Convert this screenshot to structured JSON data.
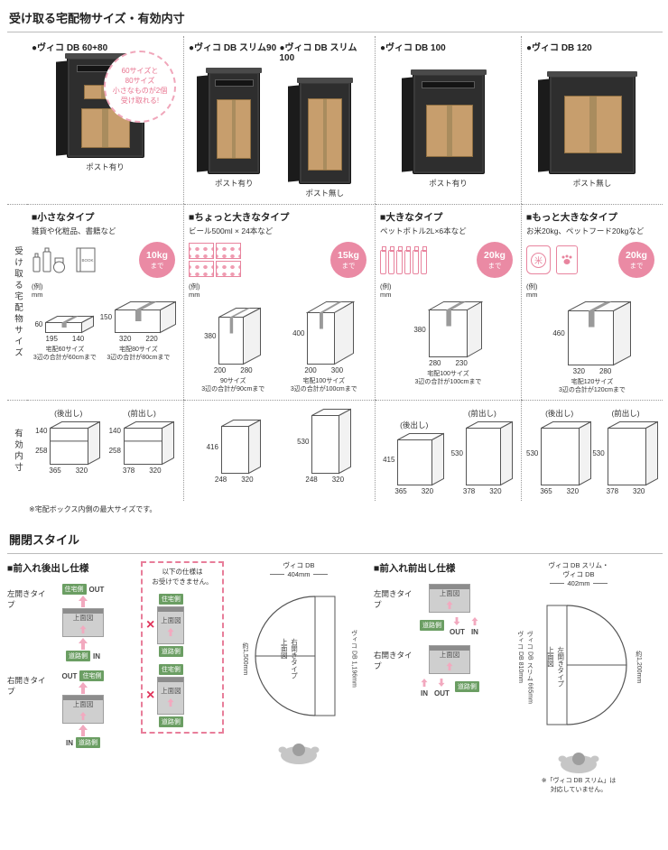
{
  "section1": {
    "title": "受け取る宅配物サイズ・有効内寸",
    "side_size": "受け取る宅配物サイズ",
    "side_inner": "有効内寸",
    "footnote": "※宅配ボックス内側の最大サイズです。",
    "example": "(例)",
    "unit": "mm"
  },
  "products": [
    {
      "name": "●ヴィコ DB 60+80",
      "post": "ポスト有り"
    },
    {
      "name": "●ヴィコ DB スリム90",
      "post": "ポスト有り"
    },
    {
      "name": "●ヴィコ DB スリム100",
      "post": "ポスト無し"
    },
    {
      "name": "●ヴィコ DB 100",
      "post": "ポスト有り"
    },
    {
      "name": "●ヴィコ DB 120",
      "post": "ポスト無し"
    }
  ],
  "badge": {
    "text": "60サイズと\n80サイズ\n小さなものが2個\n受け取れる!"
  },
  "icon_text": {
    "book": "BOOK",
    "rice": "米"
  },
  "types": [
    {
      "title": "■小さなタイプ",
      "desc": "雑貨や化粧品、書籍など",
      "weight": "10kg",
      "suffix": "まで"
    },
    {
      "title": "■ちょっと大きなタイプ",
      "desc": "ビール500ml × 24本など",
      "weight": "15kg",
      "suffix": "まで"
    },
    {
      "title": "■大きなタイプ",
      "desc": "ペットボトル2L×6本など",
      "weight": "20kg",
      "suffix": "まで"
    },
    {
      "title": "■もっと大きなタイプ",
      "desc": "お米20kg、ペットフード20kgなど",
      "weight": "20kg",
      "suffix": "まで"
    }
  ],
  "parcels": {
    "c1a": {
      "h": "60",
      "w": "195",
      "d": "140",
      "cap": "宅配60サイズ\n3辺の合計が60cmまで"
    },
    "c1b": {
      "h": "150",
      "w": "320",
      "d": "220",
      "cap": "宅配80サイズ\n3辺の合計が80cmまで"
    },
    "c2a": {
      "h": "380",
      "w": "200",
      "d": "280",
      "cap": "90サイズ\n3辺の合計が90cmまで"
    },
    "c2b": {
      "h": "400",
      "w": "200",
      "d": "300",
      "cap": "宅配100サイズ\n3辺の合計が100cmまで"
    },
    "c3a": {
      "h": "380",
      "w": "280",
      "d": "230",
      "cap": "宅配100サイズ\n3辺の合計が100cmまで"
    },
    "c4a": {
      "h": "460",
      "w": "320",
      "d": "280",
      "cap": "宅配120サイズ\n3辺の合計が120cmまで"
    }
  },
  "inner": {
    "rear": "(後出し)",
    "front": "(前出し)",
    "c1r": {
      "h1": "140",
      "h2": "258",
      "d": "365",
      "w": "320"
    },
    "c1f": {
      "h1": "140",
      "h2": "258",
      "d": "378",
      "w": "320"
    },
    "c2a": {
      "h": "416",
      "d": "248",
      "w": "320"
    },
    "c2b": {
      "h": "530",
      "d": "248",
      "w": "320"
    },
    "c3r": {
      "h": "415",
      "d": "365",
      "w": "320"
    },
    "c3f": {
      "h": "530",
      "d": "378",
      "w": "320"
    },
    "c4r": {
      "h": "530",
      "d": "365",
      "w": "320"
    },
    "c4f": {
      "h": "530",
      "d": "378",
      "w": "320"
    }
  },
  "section2": {
    "title": "開閉スタイル",
    "rear": {
      "title": "■前入れ後出し仕様",
      "left_type": "左開きタイプ",
      "right_type": "右開きタイプ",
      "house": "住宅側",
      "road": "道路側",
      "out": "OUT",
      "in": "IN",
      "topview": "上面図",
      "ng": "以下の仕様は\nお受けできません。",
      "fan": {
        "name": "ヴィコ DB",
        "width": "404mm",
        "center": "右開きタイプ\n上面図",
        "height": "ヴィコ DB 1,196mm",
        "clearance": "約1,500mm"
      }
    },
    "front": {
      "title": "■前入れ前出し仕様",
      "left_type": "左開きタイプ",
      "right_type": "右開きタイプ",
      "road": "道路側",
      "out": "OUT",
      "in": "IN",
      "topview": "上面図",
      "fan": {
        "name": "ヴィコ DB スリム・\nヴィコ DB",
        "width": "402mm",
        "center": "左開きタイプ\n上面図",
        "height": "ヴィコ DB スリム 665mm\nヴィコ DB 810mm",
        "clearance": "約1,200mm",
        "note": "※「ヴィコ DB スリム」は\n対応していません。"
      }
    }
  }
}
